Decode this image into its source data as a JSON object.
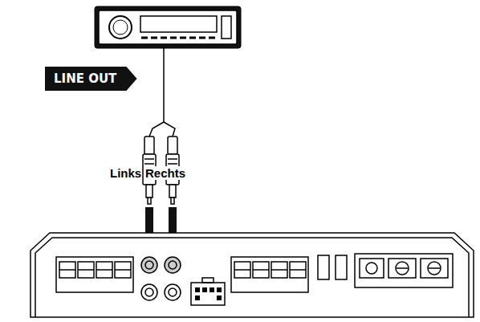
{
  "diagram": {
    "nodes": [
      {
        "text": [
          "LINE OUT"
        ]
      }
    ],
    "labels": [
      "Links",
      "Rechts"
    ]
  }
}
